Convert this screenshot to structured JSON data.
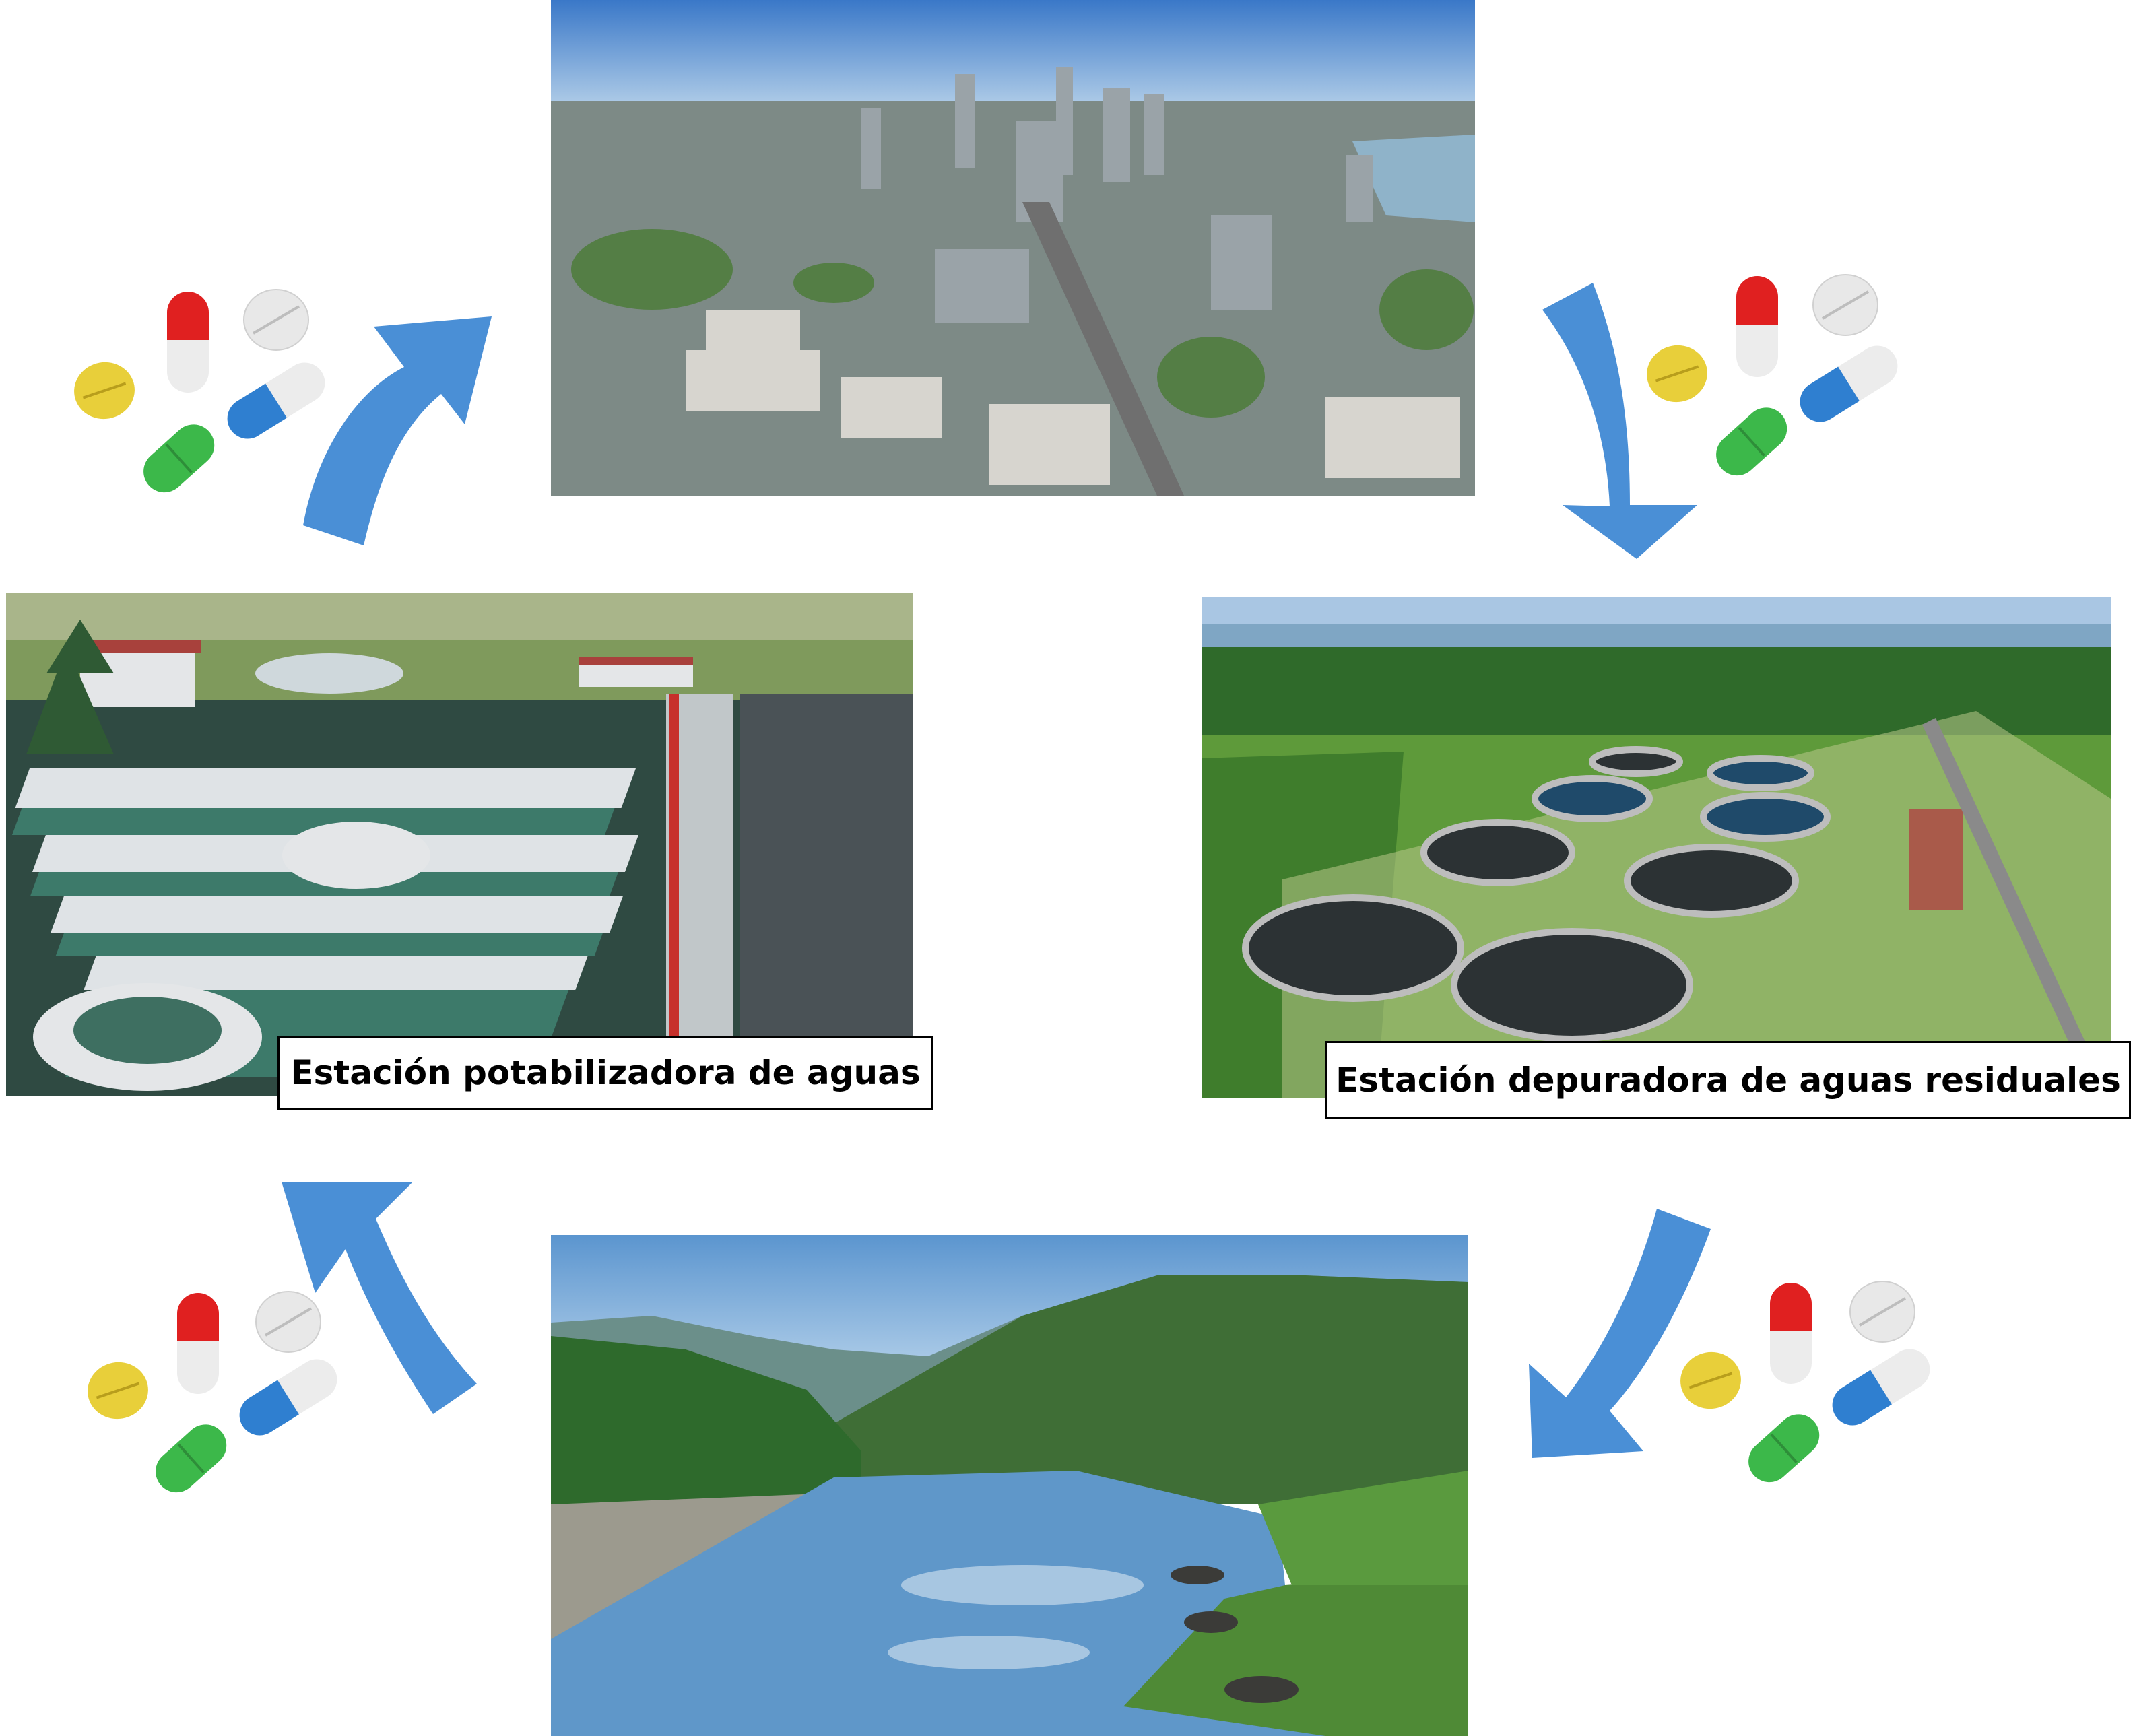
{
  "captions": {
    "water_treatment": "Estación potabilizadora de aguas",
    "wastewater_treatment": "Estación depuradora de aguas residuales"
  },
  "colors": {
    "arrow": "#4a8fd6",
    "pill_red": "#e02020",
    "pill_blue": "#2f7fd0",
    "pill_yellow": "#e8cf3a",
    "pill_green": "#3cb84a",
    "pill_white": "#e8e8e8"
  },
  "cycle_steps": [
    "city",
    "wastewater-treatment-plant",
    "river",
    "water-treatment-plant"
  ]
}
